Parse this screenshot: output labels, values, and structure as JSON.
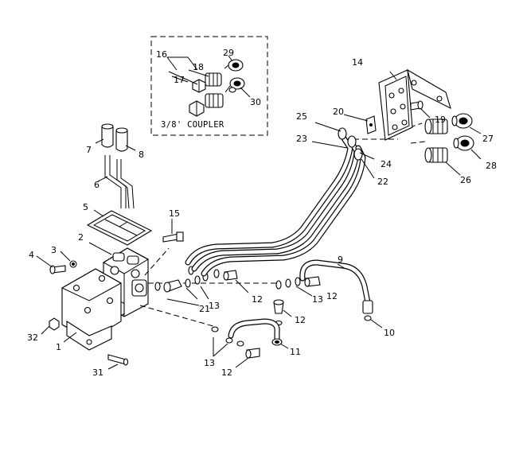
{
  "inset": {
    "label": "3/8' COUPLER"
  },
  "callouts": {
    "c1": "1",
    "c2": "2",
    "c3": "3",
    "c4": "4",
    "c5": "5",
    "c6": "6",
    "c7": "7",
    "c8": "8",
    "c9": "9",
    "c10": "10",
    "c11": "11",
    "c12a": "12",
    "c12b": "12",
    "c12c": "12",
    "c12d": "12",
    "c13a": "13",
    "c13b": "13",
    "c13c": "13",
    "c14": "14",
    "c15": "15",
    "c16": "16",
    "c17": "17",
    "c18": "18",
    "c19": "19",
    "c20": "20",
    "c21": "21",
    "c22": "22",
    "c23": "23",
    "c24": "24",
    "c25": "25",
    "c26": "26",
    "c27": "27",
    "c28": "28",
    "c29": "29",
    "c30": "30",
    "c31": "31",
    "c32": "32"
  }
}
